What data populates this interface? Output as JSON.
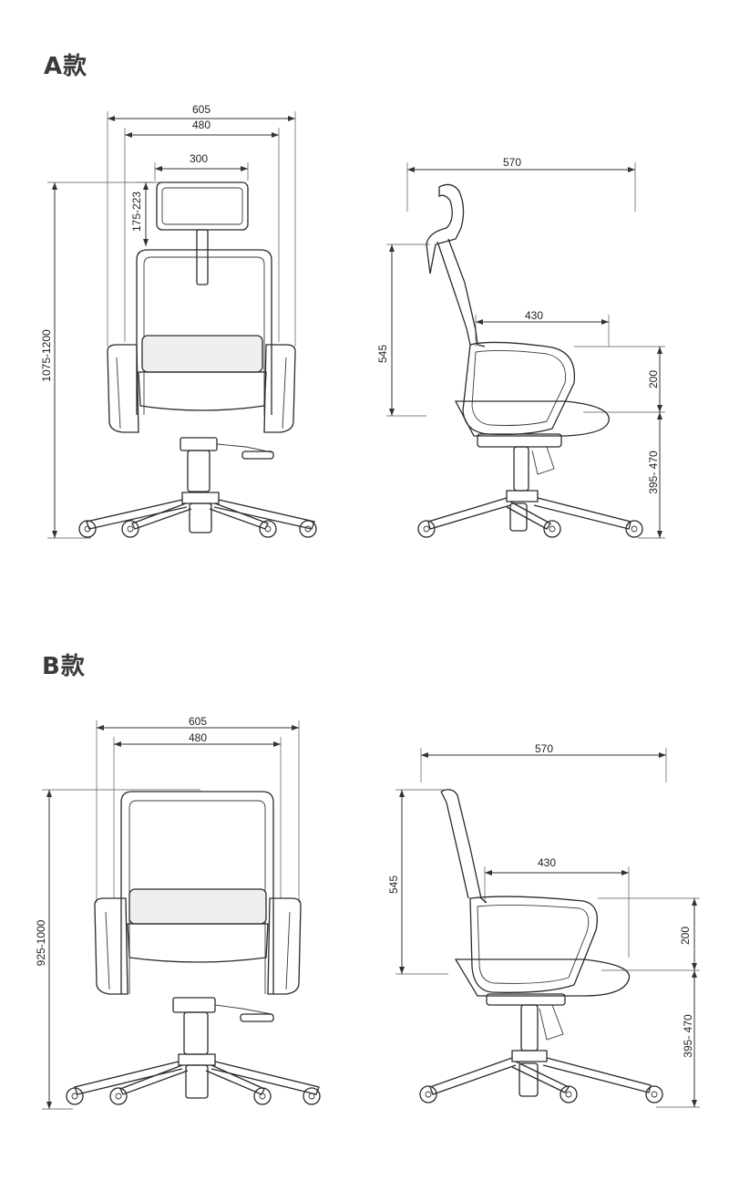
{
  "sections": [
    {
      "title": "A款",
      "front_view": {
        "overall_width": "605",
        "inner_width": "480",
        "headrest_width": "300",
        "headrest_adjust": "175-223",
        "total_height": "1075-1200"
      },
      "side_view": {
        "depth": "570",
        "seat_depth": "430",
        "back_height": "545",
        "arm_height": "200",
        "seat_height": "395- 470"
      }
    },
    {
      "title": "B款",
      "front_view": {
        "overall_width": "605",
        "inner_width": "480",
        "total_height": "925-1000"
      },
      "side_view": {
        "depth": "570",
        "seat_depth": "430",
        "back_height": "545",
        "arm_height": "200",
        "seat_height": "395- 470"
      }
    }
  ]
}
